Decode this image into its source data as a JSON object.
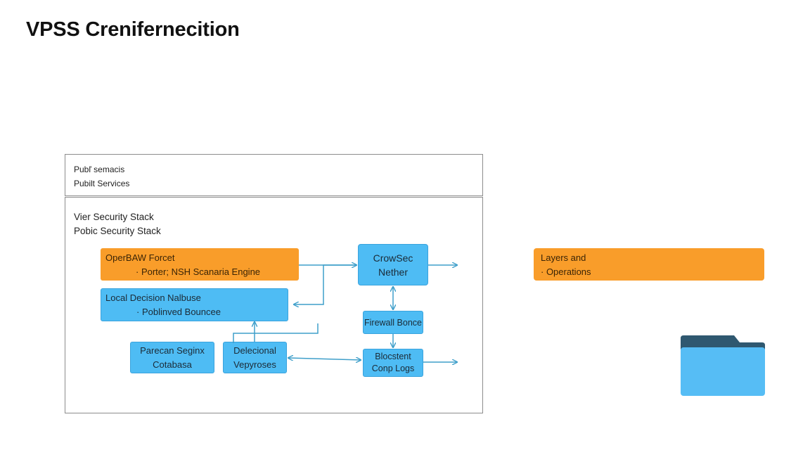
{
  "title": "VPSS Crenifernecition",
  "top_panel": {
    "line1": "Pubľ semacis",
    "line2": "Pubilt Services"
  },
  "main_panel": {
    "line1": "Vier Security Stack",
    "line2": "Pobic Security Stack"
  },
  "boxes": {
    "openwaf": {
      "title": "OperBAW Forcet",
      "bullet": "· Porter; NSH Scanaria Engine"
    },
    "local_decision": {
      "title": "Local Decision Nalbuse",
      "bullet": "· Poblinved Bouncee"
    },
    "crowdsec": {
      "line1": "CrowSec",
      "line2": "Nether"
    },
    "firewall": {
      "label": "Firewall Bonce"
    },
    "parser": {
      "line1": "Parecan Seginx",
      "line2": "Cotabasa"
    },
    "decisional": {
      "line1": "Delecional",
      "line2": "Vepyroses"
    },
    "blocklist": {
      "line1": "Blocstent",
      "line2": "Conp Logs"
    },
    "layers": {
      "title": "Layers and",
      "bullet": "· Operations"
    }
  },
  "colors": {
    "orange": "#f99d2a",
    "blue": "#4ebcf4",
    "arrow": "#3f9fca",
    "folder_tab": "#2f5870",
    "folder_body": "#56bdf5"
  },
  "icons": {
    "folder": "folder-icon"
  }
}
